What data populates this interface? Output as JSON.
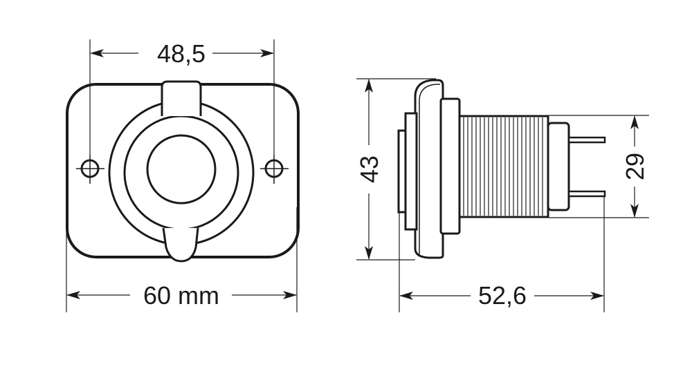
{
  "drawing": {
    "subject": "panel-mount socket technical drawing",
    "stroke_color": "#1a1a1a",
    "background": "#ffffff"
  },
  "front_view": {
    "dimensions": {
      "hole_spacing": "48,5",
      "overall_width": "60 mm"
    }
  },
  "side_view": {
    "dimensions": {
      "flange_height": "43",
      "body_diameter": "29",
      "overall_depth": "52,6"
    }
  }
}
